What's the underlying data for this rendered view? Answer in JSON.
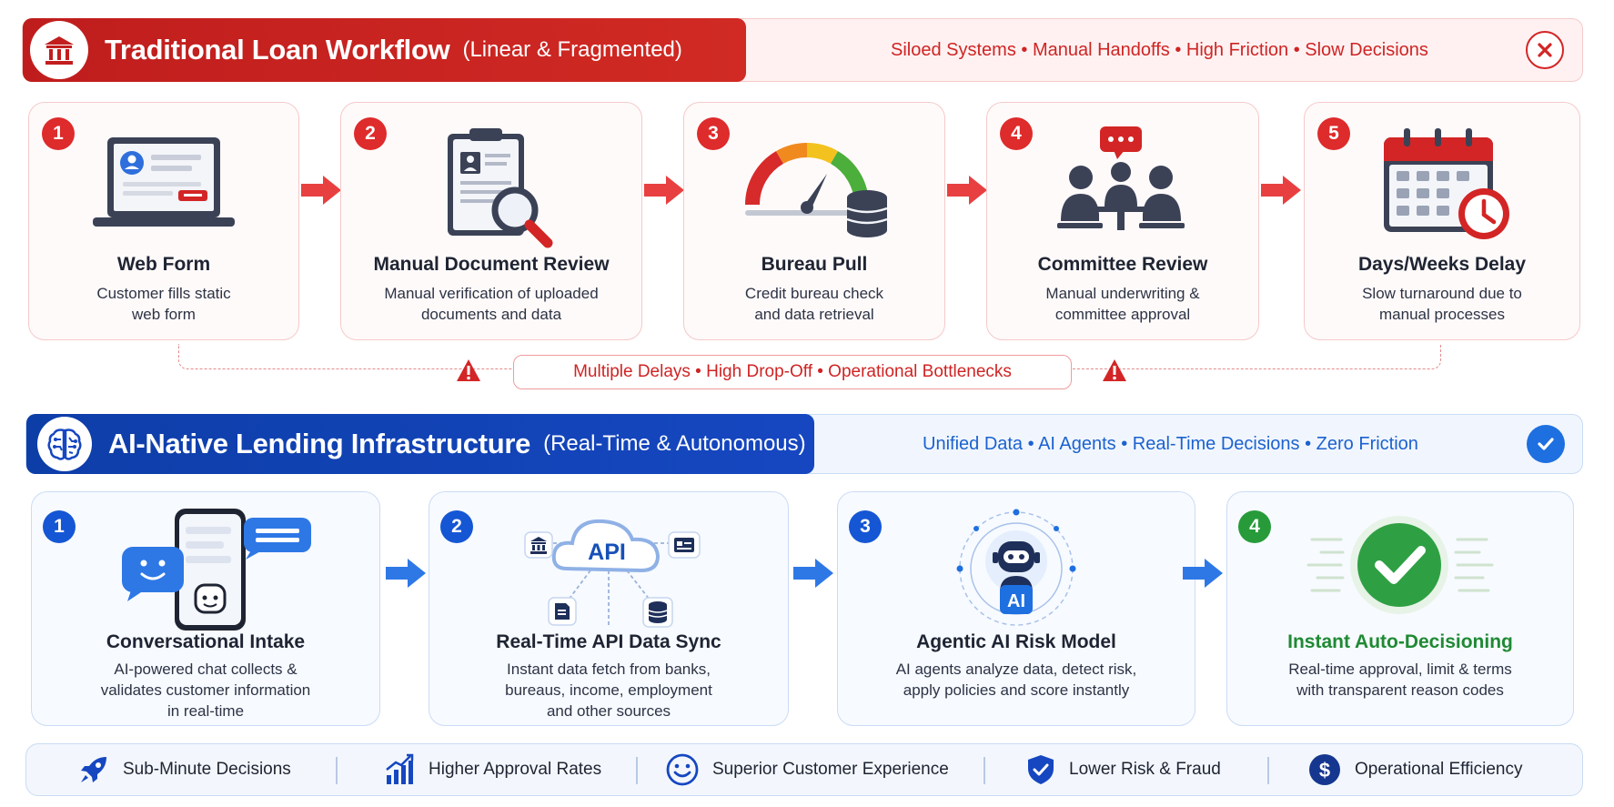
{
  "traditional": {
    "title": "Traditional Loan Workflow",
    "subtitle": "(Linear & Fragmented)",
    "tags": "Siloed Systems  •  Manual Handoffs  •  High Friction  •  Slow Decisions",
    "logo_icon": "bank-icon",
    "status_icon": "x-circle-icon",
    "steps": [
      {
        "num": "1",
        "title": "Web Form",
        "desc": "Customer fills static\nweb form",
        "icon": "laptop-form-icon"
      },
      {
        "num": "2",
        "title": "Manual Document Review",
        "desc": "Manual verification of uploaded\ndocuments and data",
        "icon": "clipboard-magnifier-icon"
      },
      {
        "num": "3",
        "title": "Bureau Pull",
        "desc": "Credit bureau check\nand data retrieval",
        "icon": "gauge-database-icon"
      },
      {
        "num": "4",
        "title": "Committee Review",
        "desc": "Manual underwriting &\ncommittee approval",
        "icon": "meeting-icon"
      },
      {
        "num": "5",
        "title": "Days/Weeks Delay",
        "desc": "Slow turnaround due to\nmanual processes",
        "icon": "calendar-clock-icon"
      }
    ],
    "pain_points": "Multiple Delays  •  High Drop-Off  •  Operational Bottlenecks"
  },
  "ai_native": {
    "title": "AI-Native Lending Infrastructure",
    "subtitle": "(Real-Time & Autonomous)",
    "tags": "Unified Data  •  AI Agents  •  Real-Time Decisions  •  Zero Friction",
    "logo_icon": "brain-circuit-icon",
    "status_icon": "check-circle-icon",
    "steps": [
      {
        "num": "1",
        "title": "Conversational Intake",
        "desc": "AI-powered chat collects &\nvalidates customer information\nin real-time",
        "icon": "phone-chat-icon"
      },
      {
        "num": "2",
        "title": "Real-Time API Data Sync",
        "desc": "Instant data fetch from banks,\nbureaus, income, employment\nand other sources",
        "icon": "api-cloud-icon",
        "icon_label": "API"
      },
      {
        "num": "3",
        "title": "Agentic AI Risk Model",
        "desc": "AI agents analyze data, detect risk,\napply policies and score instantly",
        "icon": "ai-robot-icon",
        "icon_label": "AI"
      },
      {
        "num": "4",
        "title": "Instant Auto-Decisioning",
        "desc": "Real-time approval, limit & terms\nwith transparent reason codes",
        "icon": "check-badge-icon"
      }
    ]
  },
  "benefits": [
    {
      "label": "Sub-Minute Decisions",
      "icon": "rocket-icon"
    },
    {
      "label": "Higher Approval Rates",
      "icon": "growth-chart-icon"
    },
    {
      "label": "Superior Customer Experience",
      "icon": "smiley-icon"
    },
    {
      "label": "Lower Risk & Fraud",
      "icon": "shield-check-icon"
    },
    {
      "label": "Operational Efficiency",
      "icon": "dollar-icon"
    }
  ],
  "colors": {
    "red": "#d32525",
    "blue": "#1556d4",
    "green": "#279b3a"
  }
}
